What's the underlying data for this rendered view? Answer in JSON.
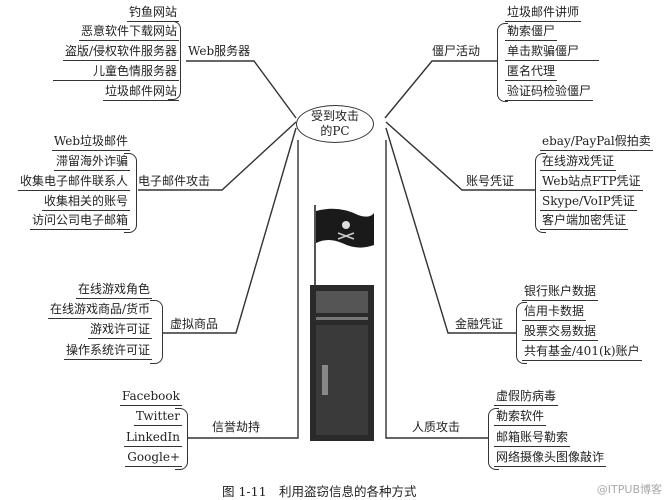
{
  "center": {
    "line1": "受到攻击",
    "line2": "的PC"
  },
  "branches": {
    "web": {
      "label": "Web服务器",
      "items": [
        "钓鱼网站",
        "恶意软件下载网站",
        "盗版/侵权软件服务器",
        "儿童色情服务器",
        "垃圾邮件网站"
      ]
    },
    "email": {
      "label": "电子邮件攻击",
      "items": [
        "Web垃圾邮件",
        "滞留海外诈骗",
        "收集电子邮件联系人",
        "收集相关的账号",
        "访问公司电子邮箱"
      ]
    },
    "virtual": {
      "label": "虚拟商品",
      "items": [
        "在线游戏角色",
        "在线游戏商品/货币",
        "游戏许可证",
        "操作系统许可证"
      ]
    },
    "reputation": {
      "label": "信誉劫持",
      "items": [
        "Facebook",
        "Twitter",
        "LinkedIn",
        "Google+"
      ]
    },
    "botnet": {
      "label": "僵尸活动",
      "items": [
        "垃圾邮件讲师",
        "勒索僵尸",
        "单击欺骗僵尸",
        "匿名代理",
        "验证码检验僵尸"
      ]
    },
    "account": {
      "label": "账号凭证",
      "items": [
        "ebay/PayPal假拍卖",
        "在线游戏凭证",
        "Web站点FTP凭证",
        "Skype/VoIP凭证",
        "客户端加密凭证"
      ]
    },
    "finance": {
      "label": "金融凭证",
      "items": [
        "银行账户数据",
        "信用卡数据",
        "股票交易数据",
        "共有基金/401(k)账户"
      ]
    },
    "hostage": {
      "label": "人质攻击",
      "items": [
        "虚假防病毒",
        "勒索软件",
        "邮箱账号勒索",
        "网络摄像头图像敲诈"
      ]
    }
  },
  "caption": "图 1-11　利用盗窃信息的各种方式",
  "watermark": "@ITPUB博客"
}
